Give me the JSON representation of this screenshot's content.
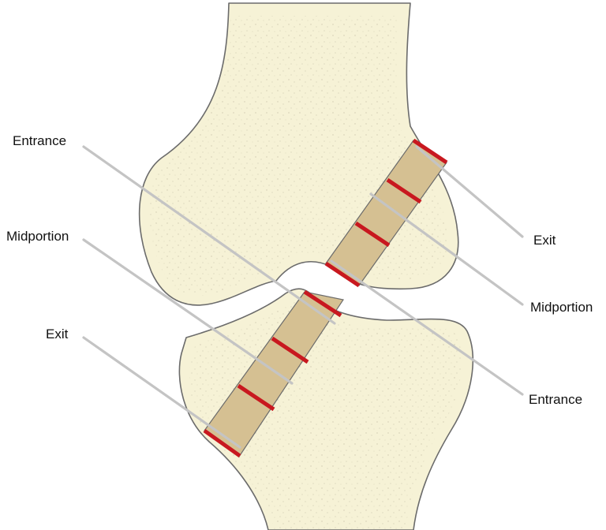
{
  "labels": {
    "left": {
      "entrance": "Entrance",
      "midportion": "Midportion",
      "exit": "Exit"
    },
    "right": {
      "exit": "Exit",
      "midportion": "Midportion",
      "entrance": "Entrance"
    }
  },
  "colors": {
    "bone_fill": "#f6f2d6",
    "bone_outline": "#6b6b6b",
    "tunnel_fill": "#d5c092",
    "marker": "#c8181f",
    "leader_line": "#c4c4c4"
  }
}
